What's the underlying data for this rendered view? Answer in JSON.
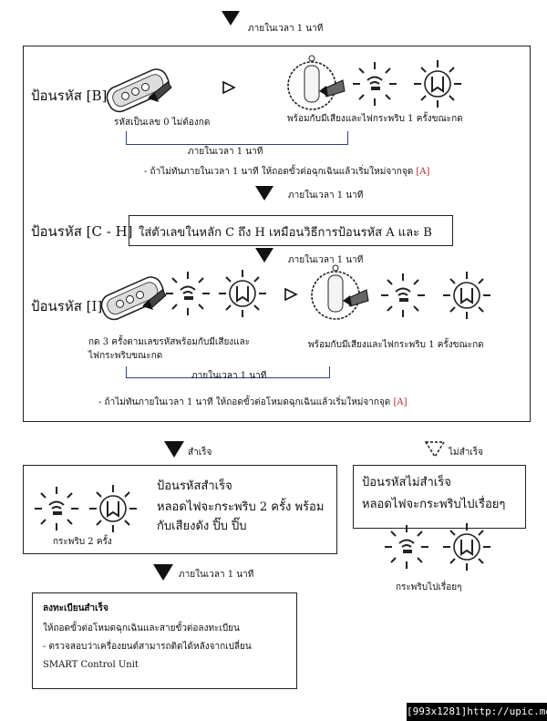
{
  "flow": {
    "top_note": "ภายในเวลา 1 นาที",
    "section_b": {
      "title": "ป้อนรหัส [B]",
      "remote_caption": "รหัสเป็นเลข 0 ไม่ต้องกด",
      "switch_caption": "พร้อมกับมีเสียงและไฟกระพริบ 1  ครั้งขณะกด",
      "within_note": "ภายในเวลา 1 นาที",
      "timeout_note": "- ถ้าไม่ทันภายในเวลา 1 นาที ให้ถอดขั้วต่อฉุกเฉินแล้วเริ่มใหม่จากจุด",
      "timeout_ref": "[A]"
    },
    "mid_note_1": "ภายในเวลา 1 นาที",
    "section_ch": {
      "title": "ป้อนรหัส [C - H]",
      "instruction": "ใส่ตัวเลขในหลัก C ถึง H เหมือนวิธีการป้อนรหัส A และ B"
    },
    "mid_note_2": "ภายในเวลา 1 นาที",
    "section_i": {
      "title": "ป้อนรหัส [I]",
      "remote_caption_line1": "กด 3 ครั้งตามเลขรหัสพร้อมกับมีเสียงและ",
      "remote_caption_line2": "ไฟกระพริบขณะกด",
      "switch_caption": "พร้อมกับมีเสียงและไฟกระพริบ 1 ครั้งขณะกด",
      "within_note": "ภายในเวลา 1 นาที",
      "timeout_note": "- ถ้าไม่ทันภายในเวลา 1 นาที ให้ถอดขั้วต่อโหมดฉุกเฉินแล้วเริ่มใหม่จากจุด",
      "timeout_ref": "[A]"
    }
  },
  "success": {
    "label": "สำเร็จ",
    "title": "ป้อนรหัสสำเร็จ",
    "line1": "หลอดไฟจะกระพริบ 2 ครั้ง พร้อม",
    "line2": "กับเสียงดัง ปิ๊บ ปิ๊บ",
    "blink_caption": "กระพริบ 2 ครั้ง"
  },
  "failure": {
    "label": "ไม่สำเร็จ",
    "title": "ป้อนรหัสไม่สำเร็จ",
    "line1": "หลอดไฟจะกระพริบไปเรื่อยๆ",
    "blink_caption": "กระพริบไปเรื่อยๆ"
  },
  "registration_note": "ภายในเวลา 1 นาที",
  "registration": {
    "title": "ลงทะเบียนสำเร็จ",
    "line1": "ให้ถอดขั้วต่อโหมดฉุกเฉินและสายขั้วต่อลงทะเบียน",
    "line2": "- ตรวจสอบว่าเครื่องยนต์สามารถติดได้หลังจากเปลี่ยน",
    "line3": "SMART Control Unit"
  },
  "watermark": "[993x1281]http://upic.me/"
}
